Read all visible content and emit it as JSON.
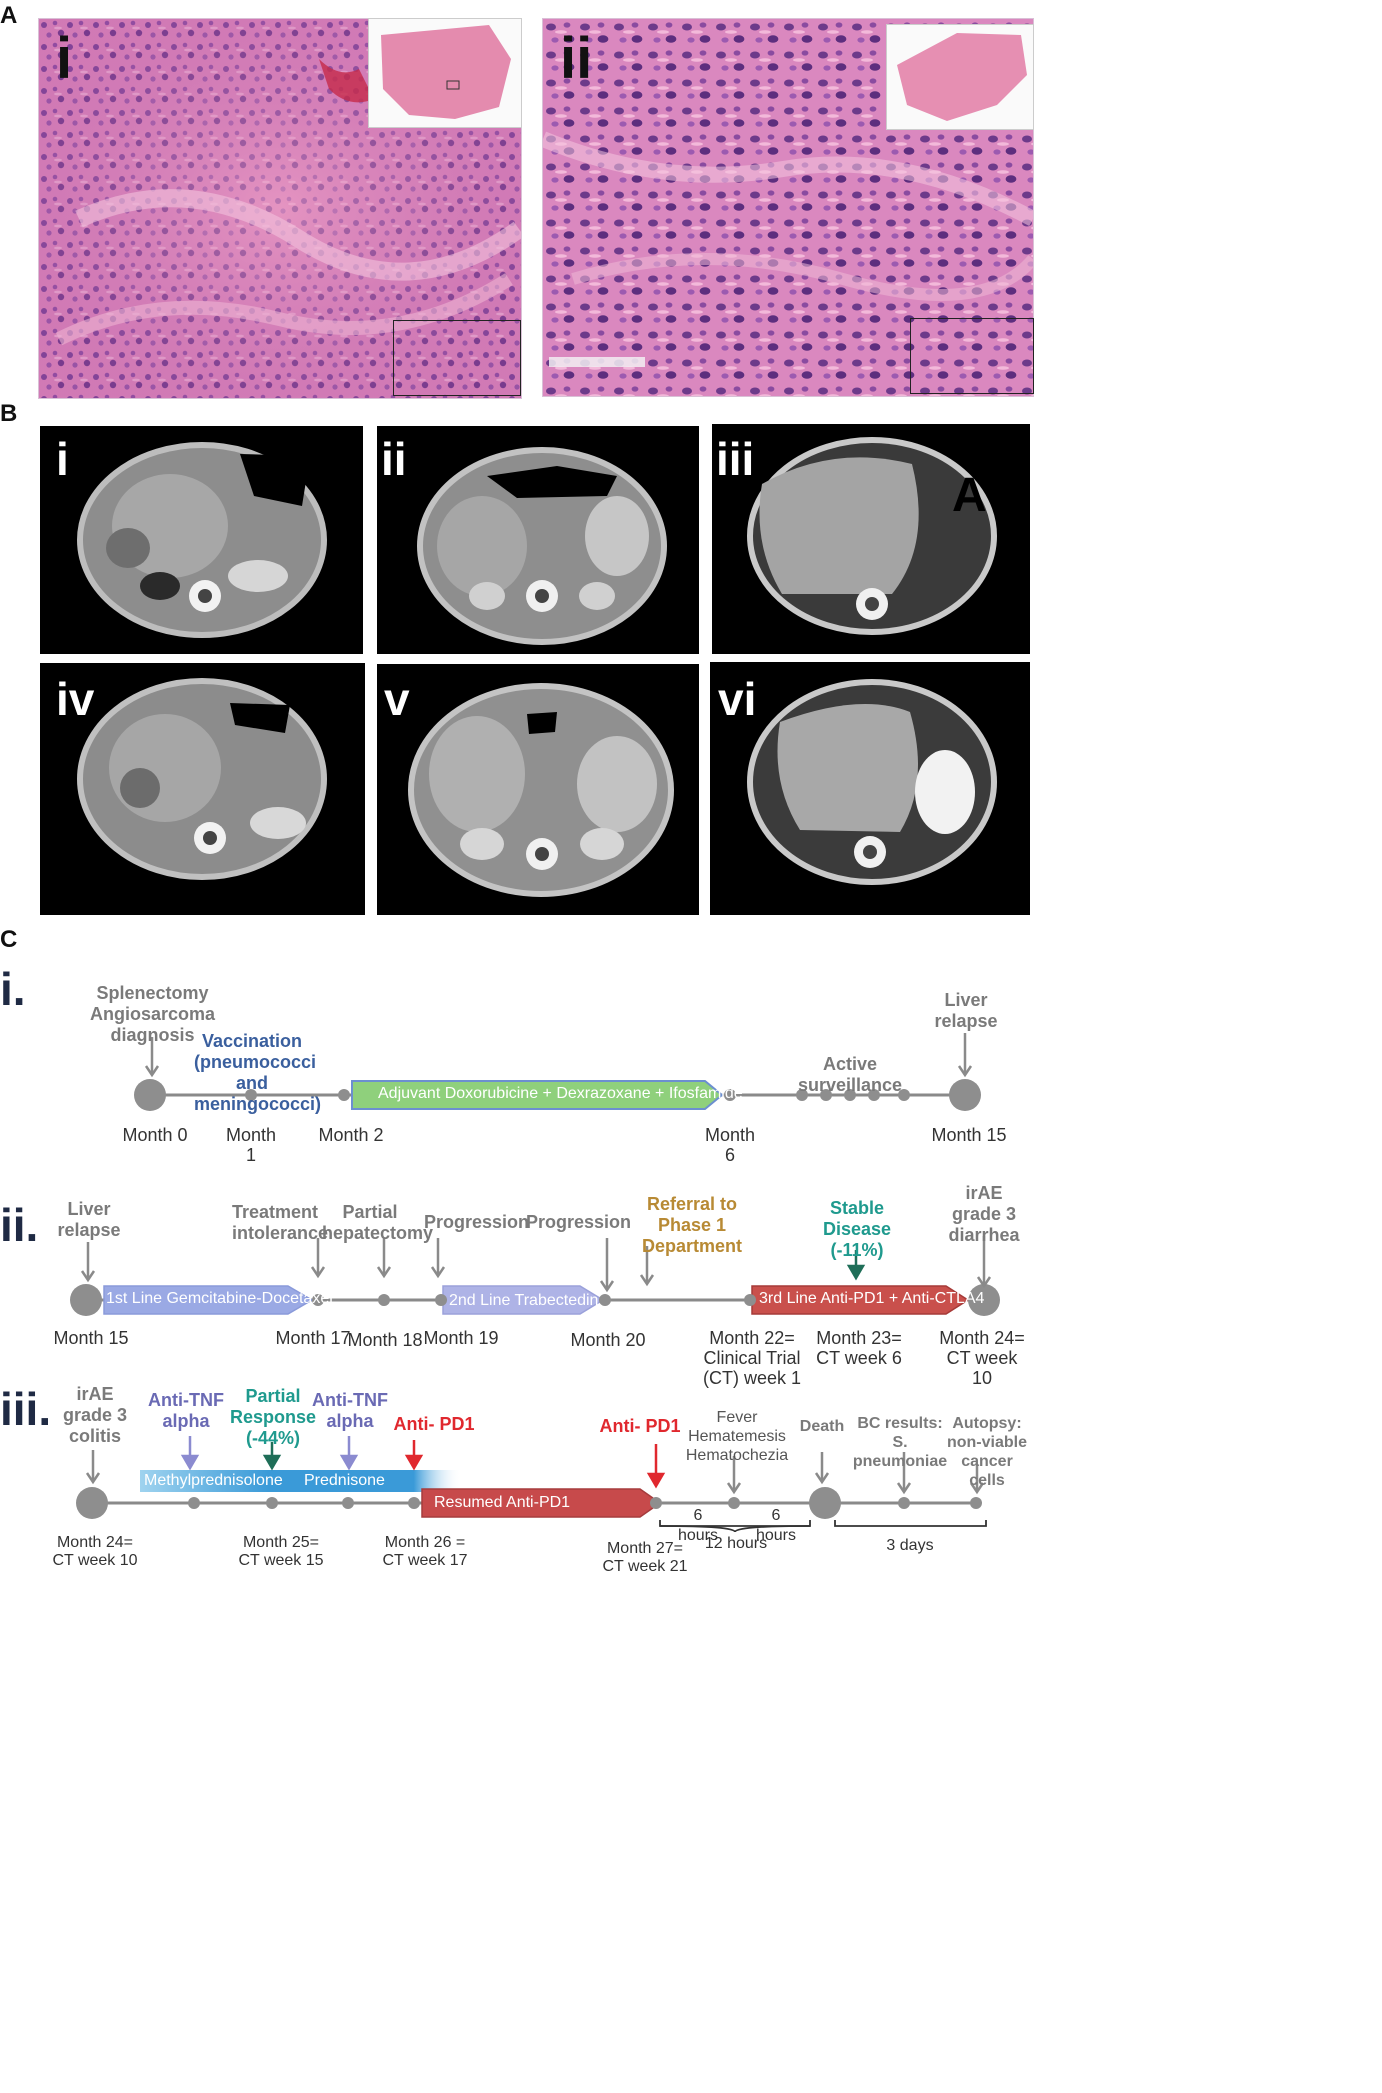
{
  "panels": {
    "a": "A",
    "b": "B",
    "c": "C"
  },
  "histology": {
    "left_label": "i",
    "right_label": "ii"
  },
  "ct_scans": [
    {
      "label": "i",
      "overlay": ""
    },
    {
      "label": "ii",
      "overlay": ""
    },
    {
      "label": "iii",
      "overlay": "A"
    },
    {
      "label": "iv",
      "overlay": ""
    },
    {
      "label": "v",
      "overlay": ""
    },
    {
      "label": "vi",
      "overlay": ""
    }
  ],
  "timeline_i": {
    "label": "i.",
    "events": {
      "splenectomy": "Splenectomy Angiosarcoma diagnosis",
      "vaccination": "Vaccination (pneumococci and meningococci)",
      "active_surveillance": "Active surveillance",
      "liver_relapse": "Liver relapse"
    },
    "bar": "Adjuvant Doxorubicine + Dexrazoxane + Ifosfamide",
    "ticks": {
      "m0": "Month 0",
      "m1": "Month 1",
      "m2": "Month 2",
      "m6": "Month 6",
      "m15": "Month 15"
    }
  },
  "timeline_ii": {
    "label": "ii.",
    "events": {
      "liver_relapse": "Liver relapse",
      "intolerance": "Treatment intolerance",
      "hepatectomy": "Partial hepatectomy",
      "progression1": "Progression",
      "progression2": "Progression",
      "referral": "Referral to Phase 1 Department",
      "stable": "Stable Disease (-11%)",
      "irae": "irAE grade 3 diarrhea"
    },
    "bars": {
      "first": "1st Line Gemcitabine-Docetaxel",
      "second": "2nd Line Trabectedin",
      "third": "3rd Line Anti-PD1 + Anti-CTLA4"
    },
    "ticks": {
      "m15": "Month 15",
      "m17": "Month 17",
      "m18": "Month 18",
      "m19": "Month 19",
      "m20": "Month 20",
      "m22": "Month 22= Clinical Trial (CT) week 1",
      "m23": "Month 23= CT week 6",
      "m24": "Month 24= CT week 10"
    }
  },
  "timeline_iii": {
    "label": "iii.",
    "events": {
      "irae_colitis": "irAE grade 3 colitis",
      "anti_tnf_1": "Anti-TNF alpha",
      "partial_response": "Partial Response (-44%)",
      "anti_tnf_2": "Anti-TNF alpha",
      "anti_pd1_1": "Anti- PD1",
      "anti_pd1_2": "Anti- PD1",
      "fever": "Fever Hematemesis Hematochezia",
      "death": "Death",
      "bc_results": "BC results: S. pneumoniae",
      "autopsy": "Autopsy: non-viable cancer cells"
    },
    "bars": {
      "steroids_1": "Methylprednisolone",
      "steroids_2": "Prednisone",
      "resumed": "Resumed Anti-PD1"
    },
    "intervals": {
      "a": "6 hours",
      "b": "6 hours",
      "total": "12 hours",
      "after": "3 days"
    },
    "ticks": {
      "m24": "Month 24= CT week 10",
      "m25": "Month 25= CT week 15",
      "m26": "Month 26 = CT week 17",
      "m27": "Month 27= CT week 21"
    }
  }
}
